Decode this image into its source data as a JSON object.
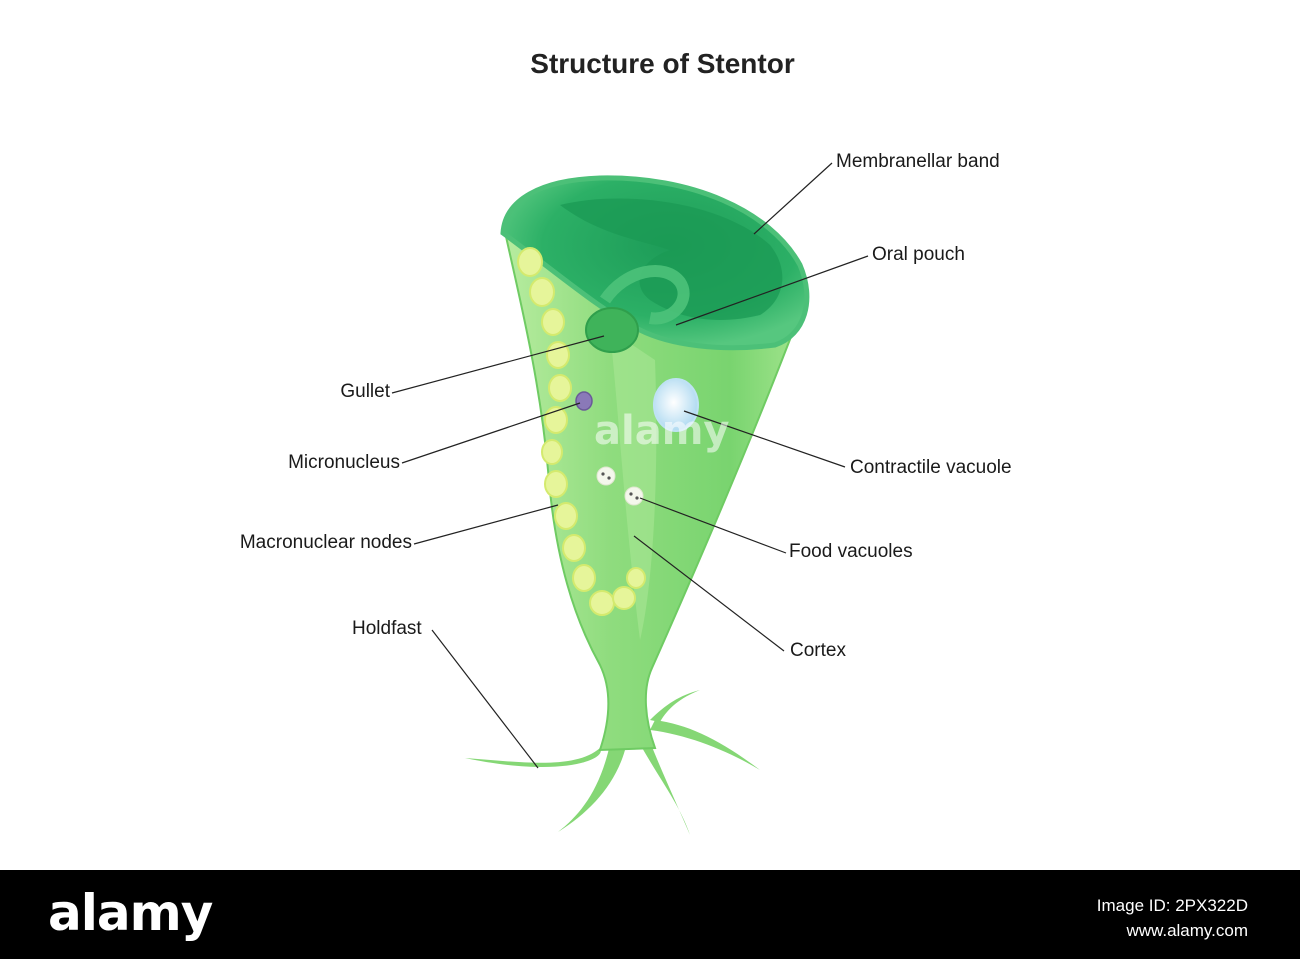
{
  "title": "Structure of Stentor",
  "labels": {
    "membranellar_band": "Membranellar band",
    "oral_pouch": "Oral pouch",
    "gullet": "Gullet",
    "micronucleus": "Micronucleus",
    "contractile_vacuole": "Contractile vacuole",
    "macronuclear_nodes": "Macronuclear nodes",
    "food_vacuoles": "Food vacuoles",
    "holdfast": "Holdfast",
    "cortex": "Cortex"
  },
  "watermark": "alamy",
  "footer": {
    "logo": "alamy",
    "image_id_label": "Image ID: 2PX322D",
    "url": "www.alamy.com"
  },
  "colors": {
    "body_light": "#9fe28c",
    "body_mid": "#6ccf68",
    "peristome": "#2fb267",
    "peristome_dark": "#1a9a55",
    "macronucleus": "#e7f59a",
    "micronucleus": "#8a79b8",
    "contractile_vacuole": "#cfe9f7",
    "leader_line": "#222222",
    "footer_bg": "#000000"
  }
}
